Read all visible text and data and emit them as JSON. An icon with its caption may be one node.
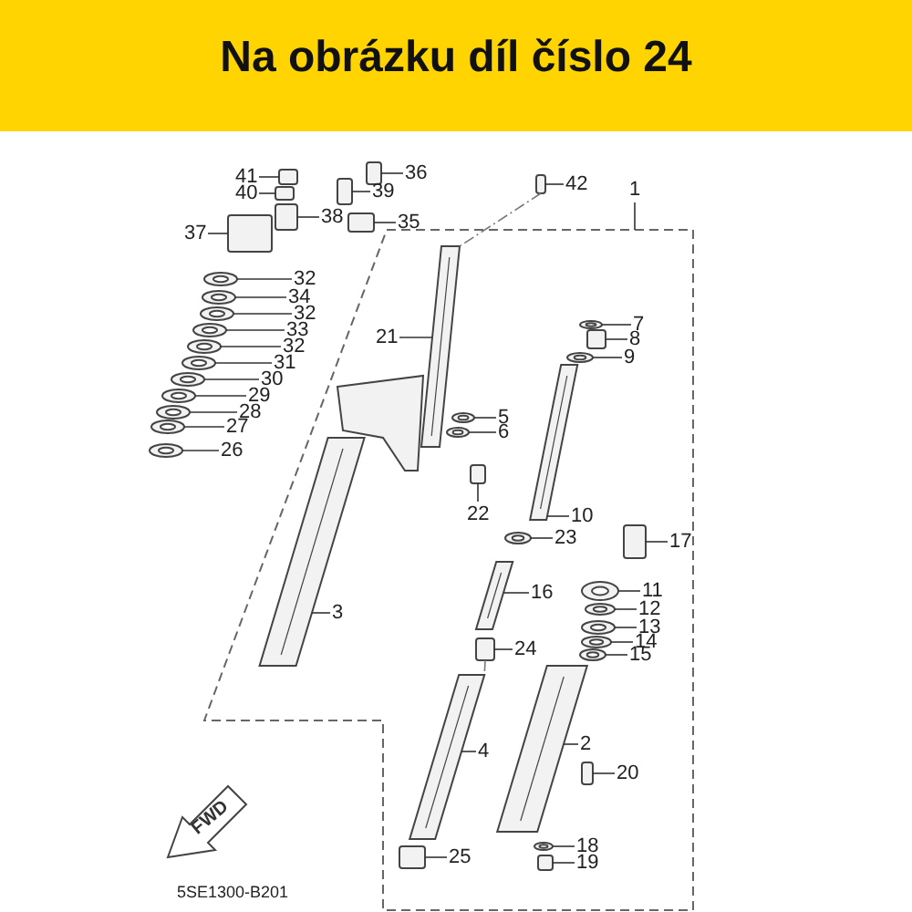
{
  "diagram": {
    "title": "Na obrázku díl číslo 24",
    "nodes": [
      {
        "text": [
          "41"
        ]
      },
      {
        "text": [
          "40"
        ]
      },
      {
        "text": [
          "39"
        ]
      },
      {
        "text": [
          "36"
        ]
      },
      {
        "text": [
          "42"
        ]
      },
      {
        "text": [
          "1"
        ]
      },
      {
        "text": [
          "37"
        ]
      },
      {
        "text": [
          "38"
        ]
      },
      {
        "text": [
          "35"
        ]
      },
      {
        "text": [
          "32"
        ]
      },
      {
        "text": [
          "34"
        ]
      },
      {
        "text": [
          "32"
        ]
      },
      {
        "text": [
          "33"
        ]
      },
      {
        "text": [
          "32"
        ]
      },
      {
        "text": [
          "31"
        ]
      },
      {
        "text": [
          "30"
        ]
      },
      {
        "text": [
          "29"
        ]
      },
      {
        "text": [
          "28"
        ]
      },
      {
        "text": [
          "27"
        ]
      },
      {
        "text": [
          "26"
        ]
      },
      {
        "text": [
          "21"
        ]
      },
      {
        "text": [
          "7"
        ]
      },
      {
        "text": [
          "8"
        ]
      },
      {
        "text": [
          "9"
        ]
      },
      {
        "text": [
          "5"
        ]
      },
      {
        "text": [
          "6"
        ]
      },
      {
        "text": [
          "22"
        ]
      },
      {
        "text": [
          "10"
        ]
      },
      {
        "text": [
          "23"
        ]
      },
      {
        "text": [
          "17"
        ]
      },
      {
        "text": [
          "3"
        ]
      },
      {
        "text": [
          "16"
        ]
      },
      {
        "text": [
          "11"
        ]
      },
      {
        "text": [
          "12"
        ]
      },
      {
        "text": [
          "13"
        ]
      },
      {
        "text": [
          "14"
        ]
      },
      {
        "text": [
          "15"
        ]
      },
      {
        "text": [
          "24"
        ]
      },
      {
        "text": [
          "4"
        ]
      },
      {
        "text": [
          "2"
        ]
      },
      {
        "text": [
          "20"
        ]
      },
      {
        "text": [
          "18"
        ]
      },
      {
        "text": [
          "25"
        ]
      },
      {
        "text": [
          "19"
        ]
      },
      {
        "text": [],
        "shape": "box"
      },
      {
        "text": [],
        "shape": "box"
      },
      {
        "text": [],
        "shape": "box"
      },
      {
        "text": [],
        "shape": "box"
      },
      {
        "text": [],
        "shape": "box"
      },
      {
        "text": [],
        "shape": "box"
      },
      {
        "text": [],
        "shape": "box"
      },
      {
        "text": [],
        "shape": "box"
      },
      {
        "text": [],
        "shape": "picture"
      },
      {
        "text": [],
        "shape": "picture"
      },
      {
        "text": [],
        "shape": "picture"
      },
      {
        "text": [],
        "shape": "picture"
      },
      {
        "text": [],
        "shape": "picture"
      },
      {
        "text": [],
        "shape": "picture"
      },
      {
        "text": [],
        "shape": "picture"
      },
      {
        "text": [],
        "shape": "picture"
      },
      {
        "text": [],
        "shape": "picture"
      },
      {
        "text": [],
        "shape": "picture"
      },
      {
        "text": [],
        "shape": "picture"
      },
      {
        "text": [],
        "shape": "picture"
      },
      {
        "text": [],
        "shape": "picture"
      },
      {
        "text": [],
        "shape": "box"
      },
      {
        "text": [],
        "shape": "picture"
      },
      {
        "text": [],
        "shape": "picture"
      },
      {
        "text": [],
        "shape": "picture"
      },
      {
        "text": [],
        "shape": "box"
      },
      {
        "text": [],
        "shape": "picture"
      },
      {
        "text": [],
        "shape": "picture"
      },
      {
        "text": [],
        "shape": "box"
      },
      {
        "text": [],
        "shape": "picture"
      },
      {
        "text": [],
        "shape": "picture"
      },
      {
        "text": [],
        "shape": "picture"
      },
      {
        "text": [],
        "shape": "picture"
      },
      {
        "text": [],
        "shape": "picture"
      },
      {
        "text": [],
        "shape": "picture"
      },
      {
        "text": [],
        "shape": "picture"
      },
      {
        "text": [],
        "shape": "box"
      },
      {
        "text": [],
        "shape": "picture"
      },
      {
        "text": [],
        "shape": "picture"
      },
      {
        "text": [],
        "shape": "box"
      },
      {
        "text": [],
        "shape": "picture"
      },
      {
        "text": [],
        "shape": "box"
      },
      {
        "text": [],
        "shape": "box"
      }
    ],
    "edges": [
      {
        "from": 0,
        "to": 44,
        "arrow": "none"
      },
      {
        "from": 1,
        "to": 45,
        "arrow": "none"
      },
      {
        "from": 2,
        "to": 46,
        "arrow": "none"
      },
      {
        "from": 3,
        "to": 47,
        "arrow": "none"
      },
      {
        "from": 4,
        "to": 48,
        "arrow": "none"
      },
      {
        "from": 5,
        "to": null,
        "arrow": "none"
      },
      {
        "from": 6,
        "to": 49,
        "arrow": "none"
      },
      {
        "from": 7,
        "to": 50,
        "arrow": "none"
      },
      {
        "from": 8,
        "to": 51,
        "arrow": "none"
      },
      {
        "from": 9,
        "to": 52,
        "arrow": "none"
      },
      {
        "from": 10,
        "to": 53,
        "arrow": "none"
      },
      {
        "from": 11,
        "to": 54,
        "arrow": "none"
      },
      {
        "from": 12,
        "to": 55,
        "arrow": "none"
      },
      {
        "from": 13,
        "to": 56,
        "arrow": "none"
      },
      {
        "from": 14,
        "to": 57,
        "arrow": "none"
      },
      {
        "from": 15,
        "to": 58,
        "arrow": "none"
      },
      {
        "from": 16,
        "to": 59,
        "arrow": "none"
      },
      {
        "from": 17,
        "to": 60,
        "arrow": "none"
      },
      {
        "from": 18,
        "to": 61,
        "arrow": "none"
      },
      {
        "from": 19,
        "to": 62,
        "arrow": "none"
      },
      {
        "from": 20,
        "to": 63,
        "arrow": "none"
      },
      {
        "from": 21,
        "to": 64,
        "arrow": "none"
      },
      {
        "from": 22,
        "to": 65,
        "arrow": "none"
      },
      {
        "from": 23,
        "to": 66,
        "arrow": "none"
      },
      {
        "from": 24,
        "to": 67,
        "arrow": "none"
      },
      {
        "from": 25,
        "to": 68,
        "arrow": "none"
      },
      {
        "from": 26,
        "to": 69,
        "arrow": "none"
      },
      {
        "from": 27,
        "to": 70,
        "arrow": "none"
      },
      {
        "from": 28,
        "to": 71,
        "arrow": "none"
      },
      {
        "from": 29,
        "to": 72,
        "arrow": "none"
      },
      {
        "from": 30,
        "to": 73,
        "arrow": "none"
      },
      {
        "from": 31,
        "to": 74,
        "arrow": "none"
      },
      {
        "from": 32,
        "to": 75,
        "arrow": "none"
      },
      {
        "from": 33,
        "to": 76,
        "arrow": "none"
      },
      {
        "from": 34,
        "to": 77,
        "arrow": "none"
      },
      {
        "from": 35,
        "to": 78,
        "arrow": "none"
      },
      {
        "from": 36,
        "to": 79,
        "arrow": "none"
      },
      {
        "from": 37,
        "to": 80,
        "arrow": "none"
      },
      {
        "from": 38,
        "to": 81,
        "arrow": "none"
      },
      {
        "from": 39,
        "to": 82,
        "arrow": "none"
      },
      {
        "from": 40,
        "to": 83,
        "arrow": "none"
      },
      {
        "from": 41,
        "to": 84,
        "arrow": "none"
      },
      {
        "from": 42,
        "to": 85,
        "arrow": "none"
      },
      {
        "from": 43,
        "to": 86,
        "arrow": "none"
      },
      {
        "from": 48,
        "to": 63,
        "arrow": "none",
        "style": "dashed"
      },
      {
        "from": 80,
        "to": 81,
        "arrow": "none",
        "style": "dashed"
      }
    ],
    "labels": [
      "FWD",
      "5SE1300-B201"
    ]
  }
}
